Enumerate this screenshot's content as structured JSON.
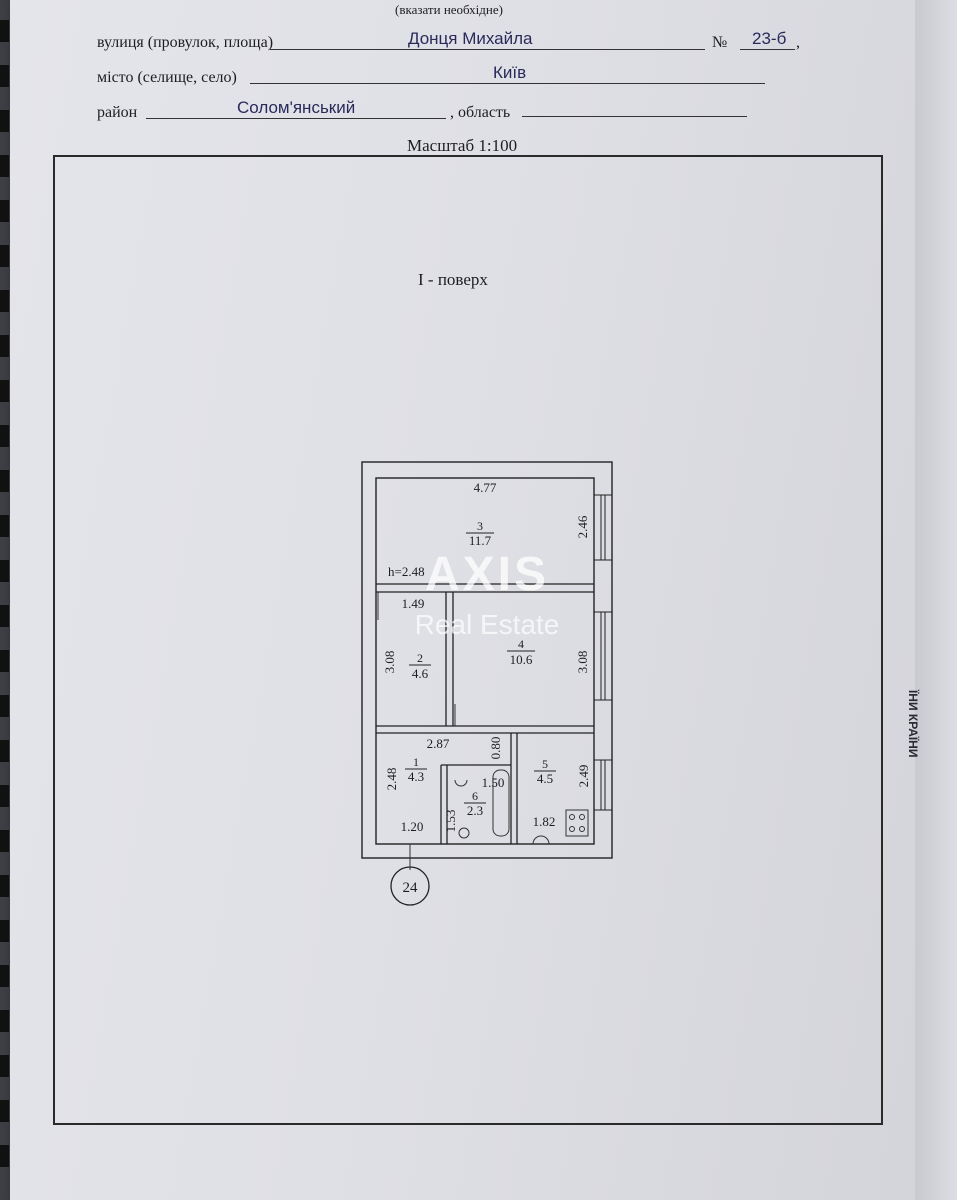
{
  "header": {
    "note": "(вказати необхідне)",
    "street_label": "вулиця (провулок, площа)",
    "street_value": "Донця Михайла",
    "number_label": "№",
    "number_value": "23-б",
    "city_label": "місто (селище, село)",
    "city_value": "Київ",
    "district_label": "район",
    "district_value": "Солом'янський",
    "region_label": ", область"
  },
  "scale": "Масштаб 1:100",
  "floor_title": "І - поверх",
  "watermark": {
    "brand": "AXIS",
    "sub": "Real Estate"
  },
  "side_text": "ЇНИ КРАЇНИ",
  "plan": {
    "dims": {
      "top_width": "4.77",
      "room3_side": "2.46",
      "height": "h=2.48",
      "room2_width": "1.49",
      "room2_side": "3.08",
      "room4_side": "3.08",
      "corridor_width": "2.87",
      "corridor_gap": "0.80",
      "room1_side": "2.48",
      "room5_side": "2.49",
      "bath_width": "1.50",
      "bath_side": "1.53",
      "entry_width": "1.20",
      "kitchen_width": "1.82"
    },
    "rooms": [
      {
        "num": "3",
        "area": "11.7"
      },
      {
        "num": "2",
        "area": "4.6"
      },
      {
        "num": "4",
        "area": "10.6"
      },
      {
        "num": "1",
        "area": "4.3"
      },
      {
        "num": "6",
        "area": "2.3"
      },
      {
        "num": "5",
        "area": "4.5"
      }
    ],
    "building_no": "24"
  }
}
